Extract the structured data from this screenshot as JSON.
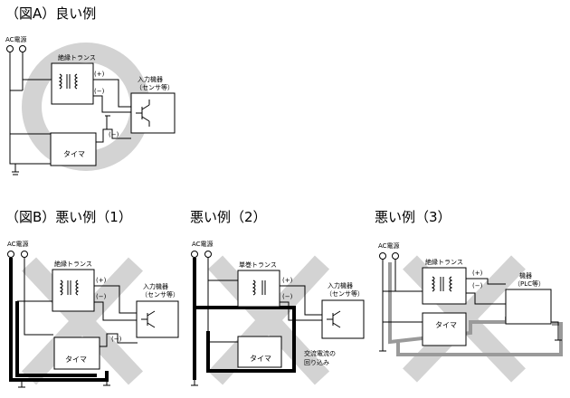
{
  "figA": {
    "title": "（図A）良い例",
    "ac": "AC電源",
    "transformer": "絶縁トランス",
    "plus": "(+)",
    "minus1": "(−)",
    "minus2": "(−)",
    "device1": "入力機器",
    "device2": "（センサ等）",
    "timer": "タイマ"
  },
  "figB": {
    "title": "（図B）悪い例（1）",
    "ac": "AC電源",
    "transformer": "絶縁トランス",
    "plus": "(+)",
    "minus1": "(−)",
    "minus2": "(−)",
    "device1": "入力機器",
    "device2": "（センサ等）",
    "timer": "タイマ"
  },
  "fig2": {
    "title": "悪い例（2）",
    "ac": "AC電源",
    "transformer": "単巻トランス",
    "plus": "(+)",
    "minus1": "(−)",
    "device1": "入力機器",
    "device2": "（センサ等）",
    "timer": "タイマ",
    "note1": "交流電流の",
    "note2": "回り込み"
  },
  "fig3": {
    "title": "悪い例（3）",
    "ac": "AC電源",
    "transformer": "絶縁トランス",
    "plus": "(+)",
    "minus1": "(−)",
    "device1": "機器",
    "device2": "（PLC等）",
    "timer": "タイマ"
  },
  "colors": {
    "mark": "#d3d3d3",
    "line": "#000000",
    "current_path_gray": "#9a9a9a"
  }
}
